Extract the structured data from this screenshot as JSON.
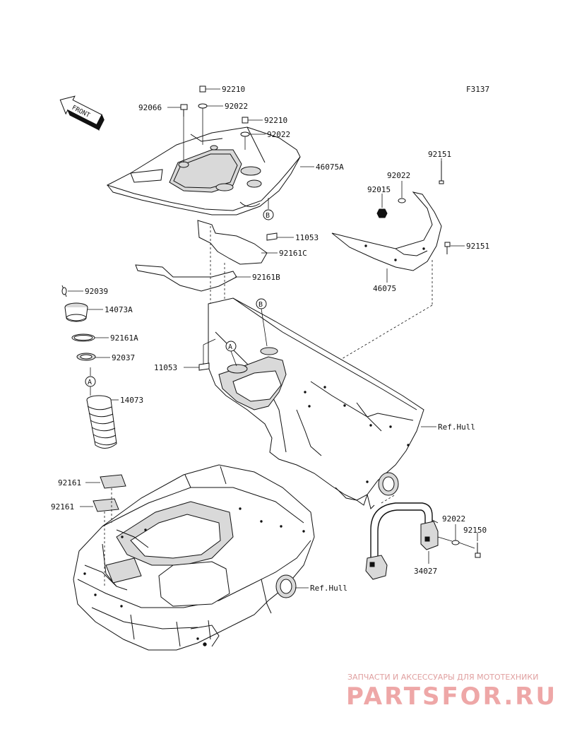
{
  "figure_code": "F3137",
  "front_label": "FRONT",
  "callouts": {
    "a": "A",
    "b": "B"
  },
  "part_labels": {
    "p92210a": "92210",
    "p92066": "92066",
    "p92022a": "92022",
    "p92210b": "92210",
    "p92022b": "92022",
    "p46075a": "46075A",
    "p11053a": "11053",
    "p92161c": "92161C",
    "p92161b": "92161B",
    "p92151a": "92151",
    "p92022c": "92022",
    "p92015": "92015",
    "p92151b": "92151",
    "p46075": "46075",
    "p92039": "92039",
    "p14073a": "14073A",
    "p92161a": "92161A",
    "p92037": "92037",
    "p14073": "14073",
    "p11053b": "11053",
    "refhull1": "Ref.Hull",
    "p92161x": "92161",
    "p92161y": "92161",
    "p92022d": "92022",
    "p92150": "92150",
    "p34027": "34027",
    "refhull2": "Ref.Hull"
  },
  "watermark": {
    "subtitle": "ЗАПЧАСТИ И АКСЕССУАРЫ ДЛЯ МОТОТЕХНИКИ",
    "brand": "PARTSFOR.RU"
  }
}
